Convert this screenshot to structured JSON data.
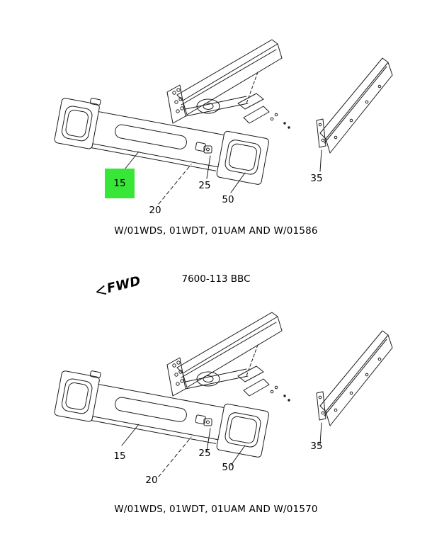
{
  "figures": {
    "top": {
      "caption": "W/01WDS, 01WDT, 01UAM AND W/01586",
      "highlight_color": "#38e638",
      "highlighted_callout": "15",
      "callouts": {
        "c15": "15",
        "c20": "20",
        "c25": "25",
        "c50": "50",
        "c35": "35"
      }
    },
    "bottom": {
      "caption": "W/01WDS, 01WDT, 01UAM AND W/01570",
      "callouts": {
        "c15": "15",
        "c20": "20",
        "c25": "25",
        "c50": "50",
        "c35": "35"
      }
    }
  },
  "labels": {
    "model": "7600-113 BBC",
    "fwd": "FWD"
  }
}
